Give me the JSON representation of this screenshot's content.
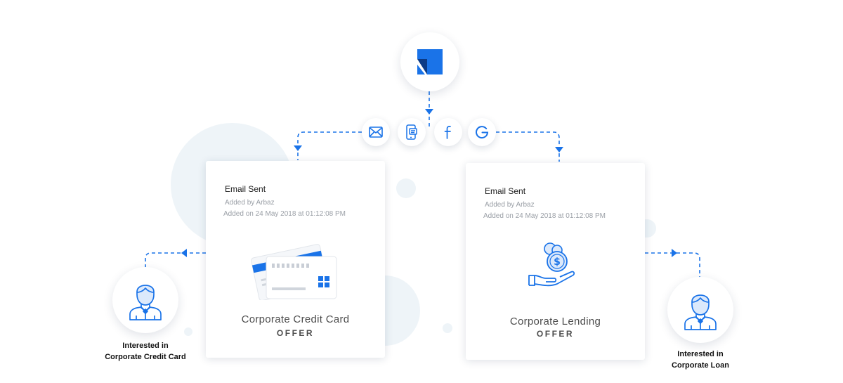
{
  "colors": {
    "accent": "#1a73e8",
    "accent_light": "#dce9fb",
    "line": "#1a73e8"
  },
  "brand": {
    "icon": "logo-square-icon"
  },
  "channels": [
    {
      "name": "email",
      "icon": "envelope-icon"
    },
    {
      "name": "sms",
      "icon": "mobile-message-icon"
    },
    {
      "name": "facebook",
      "icon": "facebook-icon"
    },
    {
      "name": "google",
      "icon": "google-icon"
    }
  ],
  "cards": {
    "left": {
      "title": "Email Sent",
      "added_by": "Added by Arbaz",
      "added_on": "Added on 24 May 2018 at 01:12:08 PM",
      "offer_name": "Corporate Credit Card",
      "offer_tag": "OFFER",
      "icon": "credit-cards-icon"
    },
    "right": {
      "title": "Email Sent",
      "added_by": "Added by Arbaz",
      "added_on": "Added on 24 May 2018 at 01:12:08 PM",
      "offer_name": "Corporate Lending",
      "offer_tag": "OFFER",
      "icon": "hand-coins-icon"
    }
  },
  "people": {
    "left": {
      "line1": "Interested in",
      "line2": "Corporate Credit Card",
      "icon": "person-icon"
    },
    "right": {
      "line1": "Interested in",
      "line2": "Corporate Loan",
      "icon": "person-icon"
    }
  }
}
